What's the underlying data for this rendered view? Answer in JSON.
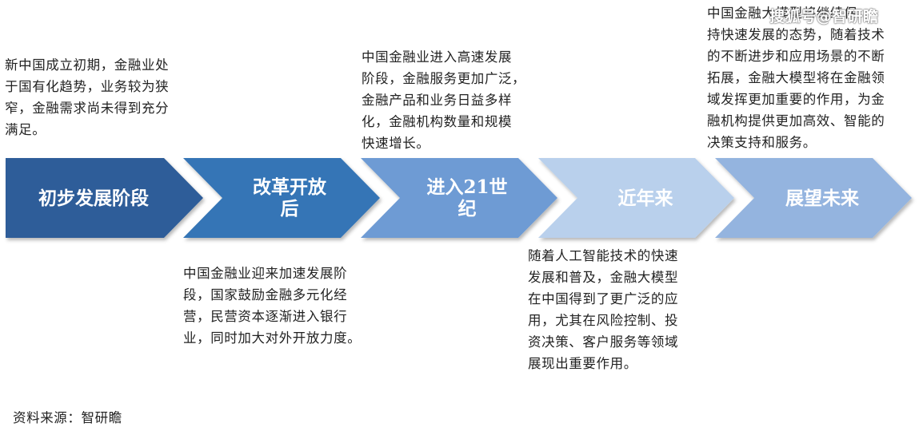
{
  "stages": [
    {
      "label_lines": [
        "初步发展阶段"
      ],
      "color": "#2d5d99",
      "description": "新中国成立初期，金融业处\n于国有化趋势，业务较为狭\n窄，金融需求尚未得到充分\n满足。"
    },
    {
      "label_lines": [
        "改革开放",
        "后"
      ],
      "color": "#3575b6",
      "description": "中国金融业迎来加速发展阶\n段，国家鼓励金融多元化经\n营，民营资本逐渐进入银行\n业，同时加大对外开放力度。"
    },
    {
      "label_lines": [
        "进入21世",
        "纪"
      ],
      "color": "#6e9bd4",
      "description": "中国金融业进入高速发展\n阶段，金融服务更加广泛，\n金融产品和业务日益多样\n化，金融机构数量和规模\n快速增长。"
    },
    {
      "label_lines": [
        "近年来"
      ],
      "color": "#b9d0ec",
      "description": "随着人工智能技术的快速\n发展和普及，金融大模型\n在中国得到了更广泛的应\n用，尤其在风险控制、投\n资决策、客户服务等领域\n展现出重要作用。"
    },
    {
      "label_lines": [
        "展望未来"
      ],
      "color": "#94b4df",
      "description": "中国金融大模型将继续保\n持快速发展的态势，随着技术\n的不断进步和应用场景的不断\n拓展，金融大模型将在金融领\n域发挥更加重要的作用，为金\n融机构提供更加高效、智能的\n决策支持和服务。"
    }
  ],
  "source": "资料来源：智研瞻",
  "watermark": "搜狐号@智研瞻"
}
